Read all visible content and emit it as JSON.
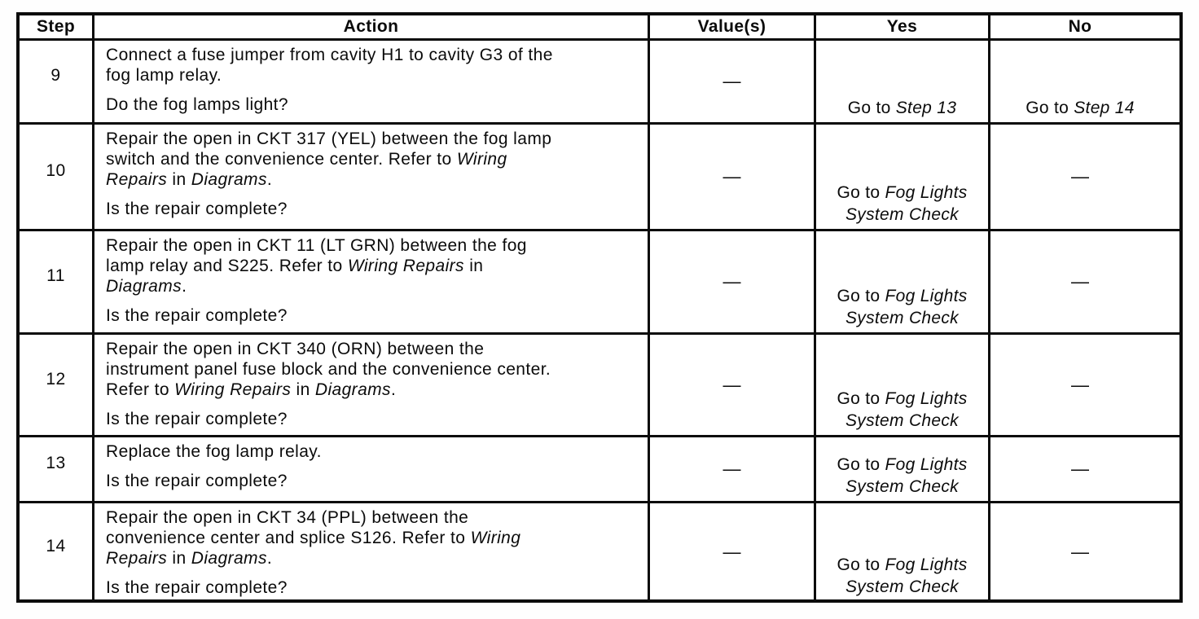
{
  "page": {
    "background": "#ffffff",
    "ink": "#0b0b0b"
  },
  "table": {
    "headers": [
      "Step",
      "Action",
      "Value(s)",
      "Yes",
      "No"
    ],
    "dash": "—",
    "rows": [
      {
        "step": "9",
        "action_lines": [
          [
            {
              "t": "Connect a fuse jumper from cavity H1 to cavity G3 of the"
            }
          ],
          [
            {
              "t": "fog lamp relay."
            }
          ]
        ],
        "question": "Do the fog lamps light?",
        "value": "—",
        "yes_lines": [
          [
            {
              "t": "Go to "
            },
            {
              "t": "Step 13",
              "i": true
            }
          ]
        ],
        "no_lines": [
          [
            {
              "t": "Go to "
            },
            {
              "t": "Step 14",
              "i": true
            }
          ]
        ]
      },
      {
        "step": "10",
        "action_lines": [
          [
            {
              "t": "Repair the open in CKT 317 (YEL) between the fog lamp"
            }
          ],
          [
            {
              "t": "switch and the convenience center. Refer to "
            },
            {
              "t": "Wiring",
              "i": true
            }
          ],
          [
            {
              "t": "Repairs",
              "i": true
            },
            {
              "t": " in "
            },
            {
              "t": "Diagrams",
              "i": true
            },
            {
              "t": "."
            }
          ]
        ],
        "question": "Is the repair complete?",
        "value": "—",
        "yes_lines": [
          [
            {
              "t": "Go to "
            },
            {
              "t": "Fog Lights",
              "i": true
            }
          ],
          [
            {
              "t": "System Check",
              "i": true
            }
          ]
        ],
        "no_lines": [
          [
            {
              "t": "—"
            }
          ]
        ]
      },
      {
        "step": "11",
        "action_lines": [
          [
            {
              "t": "Repair the open in CKT 11 (LT GRN) between the fog"
            }
          ],
          [
            {
              "t": "lamp relay and S225. Refer to "
            },
            {
              "t": "Wiring Repairs",
              "i": true
            },
            {
              "t": " in"
            }
          ],
          [
            {
              "t": "Diagrams",
              "i": true
            },
            {
              "t": "."
            }
          ]
        ],
        "question": "Is the repair complete?",
        "value": "—",
        "yes_lines": [
          [
            {
              "t": "Go to "
            },
            {
              "t": "Fog Lights",
              "i": true
            }
          ],
          [
            {
              "t": "System Check",
              "i": true
            }
          ]
        ],
        "no_lines": [
          [
            {
              "t": "—"
            }
          ]
        ]
      },
      {
        "step": "12",
        "action_lines": [
          [
            {
              "t": "Repair the open in CKT 340 (ORN) between the"
            }
          ],
          [
            {
              "t": "instrument panel fuse block and the convenience center."
            }
          ],
          [
            {
              "t": "Refer to "
            },
            {
              "t": "Wiring Repairs",
              "i": true
            },
            {
              "t": " in "
            },
            {
              "t": "Diagrams",
              "i": true
            },
            {
              "t": "."
            }
          ]
        ],
        "question": "Is the repair complete?",
        "value": "—",
        "yes_lines": [
          [
            {
              "t": "Go to "
            },
            {
              "t": "Fog Lights",
              "i": true
            }
          ],
          [
            {
              "t": "System Check",
              "i": true
            }
          ]
        ],
        "no_lines": [
          [
            {
              "t": "—"
            }
          ]
        ]
      },
      {
        "step": "13",
        "action_lines": [
          [
            {
              "t": "Replace the fog lamp relay."
            }
          ]
        ],
        "question": "Is the repair complete?",
        "value": "—",
        "yes_lines": [
          [
            {
              "t": "Go to "
            },
            {
              "t": "Fog Lights",
              "i": true
            }
          ],
          [
            {
              "t": "System Check",
              "i": true
            }
          ]
        ],
        "no_lines": [
          [
            {
              "t": "—"
            }
          ]
        ]
      },
      {
        "step": "14",
        "action_lines": [
          [
            {
              "t": "Repair the open in CKT 34 (PPL) between the"
            }
          ],
          [
            {
              "t": "convenience center and splice S126. Refer to "
            },
            {
              "t": "Wiring",
              "i": true
            }
          ],
          [
            {
              "t": "Repairs",
              "i": true
            },
            {
              "t": " in "
            },
            {
              "t": "Diagrams",
              "i": true
            },
            {
              "t": "."
            }
          ]
        ],
        "question": "Is the repair complete?",
        "value": "—",
        "yes_lines": [
          [
            {
              "t": "Go to "
            },
            {
              "t": "Fog Lights",
              "i": true
            }
          ],
          [
            {
              "t": "System Check",
              "i": true
            }
          ]
        ],
        "no_lines": [
          [
            {
              "t": "—"
            }
          ]
        ]
      }
    ]
  }
}
